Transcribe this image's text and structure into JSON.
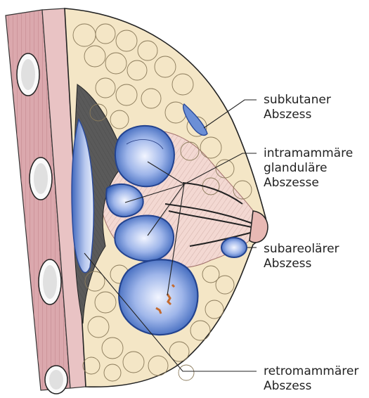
{
  "labels": {
    "subcutaneous": {
      "line1": "subkutaner",
      "line2": "Abszess"
    },
    "intramammary": {
      "line1": "intramammäre",
      "line2": "glanduläre",
      "line3": "Abszesse"
    },
    "subareolar": {
      "line1": "subareolärer",
      "line2": "Abszess"
    },
    "retromammary": {
      "line1": "retromammärer",
      "line2": "Abszess"
    }
  },
  "colors": {
    "abscess_blue": "#4a78c8",
    "abscess_light": "#b8c8ee",
    "fat_lobule": "#f4e6c6",
    "gland_tissue": "#f3d8d2",
    "muscle": "#d7a0a6",
    "dark_interstitium": "#5a5a5a",
    "pus_orange": "#c46a2e"
  }
}
